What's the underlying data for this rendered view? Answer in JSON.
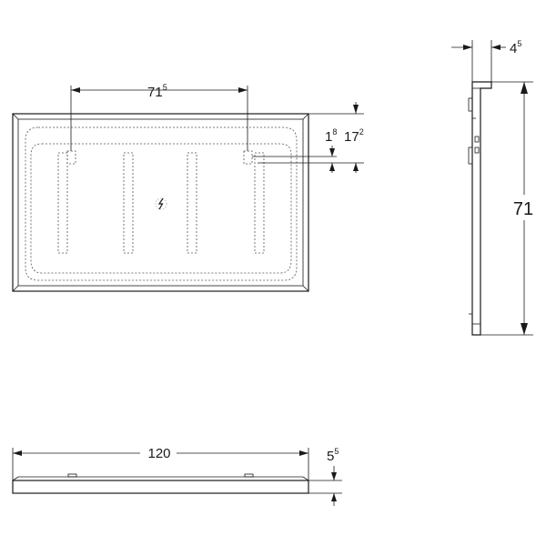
{
  "dimensions": {
    "bracket_spacing": {
      "main": "71",
      "sup": "5"
    },
    "top_offset": {
      "main": "1",
      "sup": "8"
    },
    "bracket_depth": {
      "main": "17",
      "sup": "2"
    },
    "depth": {
      "main": "4",
      "sup": "5"
    },
    "height": {
      "main": "71"
    },
    "width": {
      "main": "120"
    },
    "thickness": {
      "main": "5",
      "sup": "5"
    }
  },
  "icons": {
    "electrical_symbol": "lightning-bolt-icon"
  }
}
